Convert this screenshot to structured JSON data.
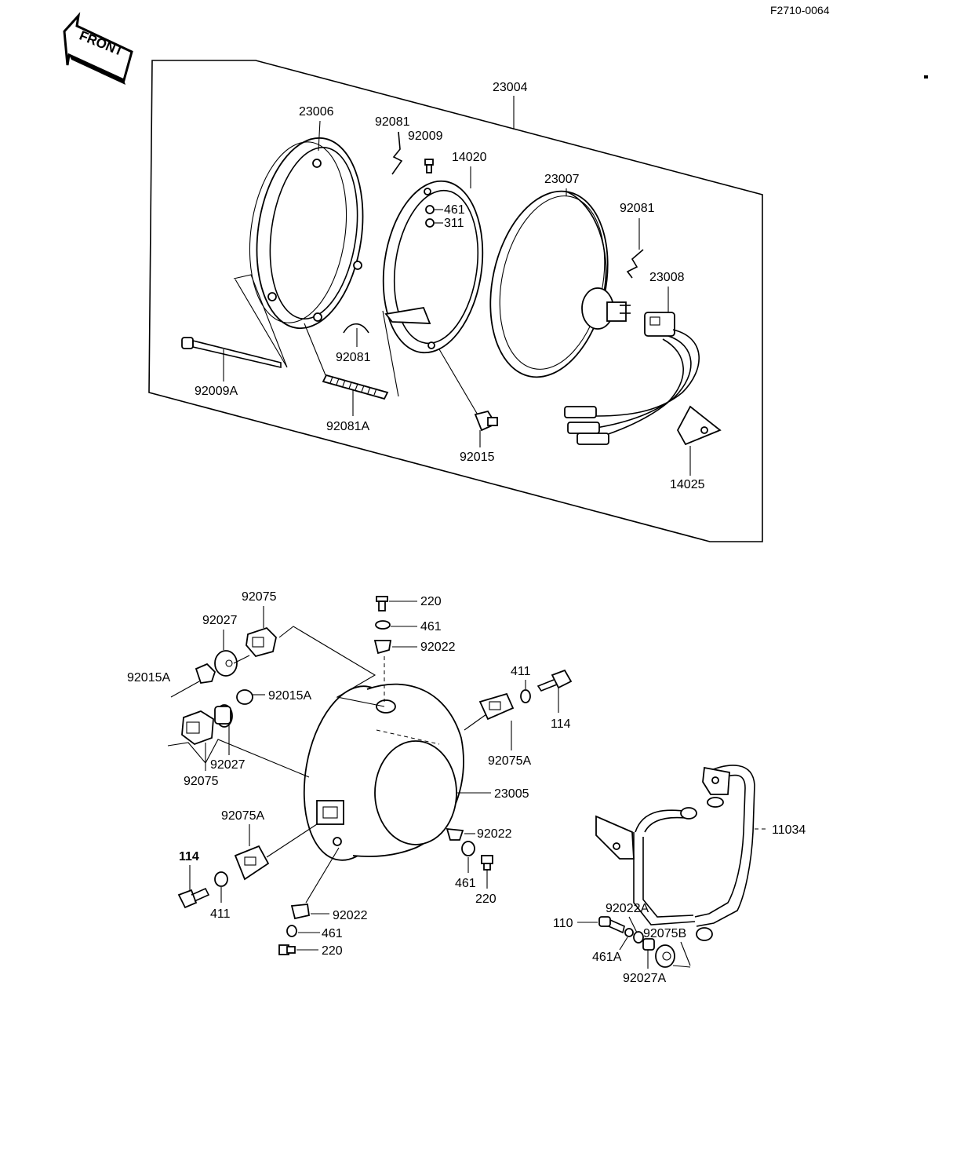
{
  "drawing_code": "F2710-0064",
  "front_arrow_label": "FRONT",
  "labels": {
    "23004": "23004",
    "23006": "23006",
    "92081_top": "92081",
    "92009": "92009",
    "14020": "14020",
    "23007": "23007",
    "461_inner": "461",
    "311": "311",
    "92081_right": "92081",
    "23008": "23008",
    "92081_mid": "92081",
    "92009A": "92009A",
    "92081A": "92081A",
    "92015": "92015",
    "14025": "14025",
    "92075_top": "92075",
    "92027_top": "92027",
    "220_top": "220",
    "461_top": "461",
    "92022_top": "92022",
    "92015A_left": "92015A",
    "92015A_right": "92015A",
    "92027_bot": "92027",
    "92075_bot": "92075",
    "411_right": "411",
    "114_right": "114",
    "92075A_right": "92075A",
    "23005": "23005",
    "92075A_left": "92075A",
    "92022_mid": "92022",
    "461_mid": "461",
    "220_mid": "220",
    "114_left": "114",
    "411_left": "411",
    "92022_bot": "92022",
    "461_bot": "461",
    "220_bot": "220",
    "11034": "11034",
    "92022A": "92022A",
    "110": "110",
    "92075B": "92075B",
    "461A": "461A",
    "92027A": "92027A"
  }
}
